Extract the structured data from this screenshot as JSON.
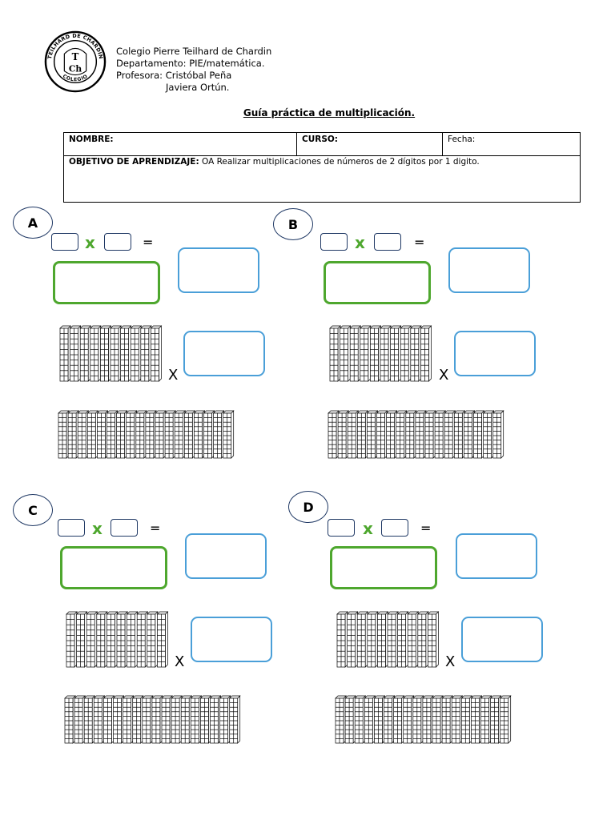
{
  "header": {
    "logo": {
      "ring_text": "TEILHARD DE CHARDIN",
      "bottom_text": "COLEGIO",
      "monogram_top": "T",
      "monogram_bottom": "Ch"
    },
    "lines": [
      "Colegio Pierre Teilhard de Chardin",
      "Departamento: PIE/matemática.",
      "Profesora: Cristóbal Peña",
      "Javiera Ortún."
    ]
  },
  "title": "Guía práctica de multiplicación.",
  "info_table": {
    "name_label": "NOMBRE:",
    "course_label": "CURSO:",
    "date_label": "Fecha:",
    "objective_label": "OBJETIVO DE APRENDIZAJE:",
    "objective_text": " OA Realizar multiplicaciones de números de 2 dígitos por 1 digito."
  },
  "exercises": [
    {
      "label": "A",
      "tens_rods": 10,
      "unit_rods": 18
    },
    {
      "label": "B",
      "tens_rods": 10,
      "unit_rods": 18
    },
    {
      "label": "C",
      "tens_rods": 10,
      "unit_rods": 18
    },
    {
      "label": "D",
      "tens_rods": 10,
      "unit_rods": 18
    }
  ],
  "symbols": {
    "times_green": "x",
    "equals": "=",
    "times_black": "X"
  },
  "colors": {
    "green": "#4ea72e",
    "blue": "#4a9fd8",
    "navy": "#1f3864"
  }
}
